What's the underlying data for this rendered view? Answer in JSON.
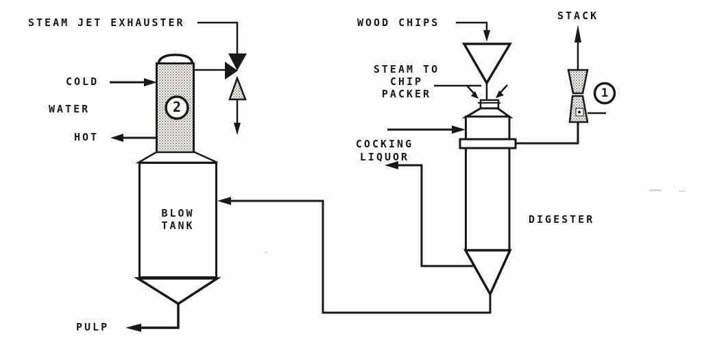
{
  "colors": {
    "ink": "#181818",
    "paper": "#fdfdfb",
    "stipple_dark": "#4e4a45",
    "stipple_mid": "#6e6962",
    "stipple_bg": "#f5f3ef"
  },
  "labels": {
    "steam_jet_exhauster": "STEAM JET EXHAUSTER",
    "cold": "COLD",
    "water": "WATER",
    "hot": "HOT",
    "blow_tank_1": "BLOW",
    "blow_tank_2": "TANK",
    "pulp": "PULP",
    "wood_chips": "WOOD CHIPS",
    "steam_to": "STEAM TO",
    "chip": "CHIP",
    "packer": "PACKER",
    "liquor_1": "COCKING",
    "liquor_2": "LIQUOR",
    "digester": "DIGESTER",
    "stack": "STACK",
    "instrument_1": "1",
    "instrument_2": "2"
  },
  "symbols": {
    "ejector": "steam-jet-ejector-valve",
    "venturi": "venturi-flow-element",
    "hopper": "chip-feed-hopper",
    "condenser": "condenser-column",
    "blow_tank": "blow-tank-vessel",
    "digester": "digester-vessel"
  }
}
